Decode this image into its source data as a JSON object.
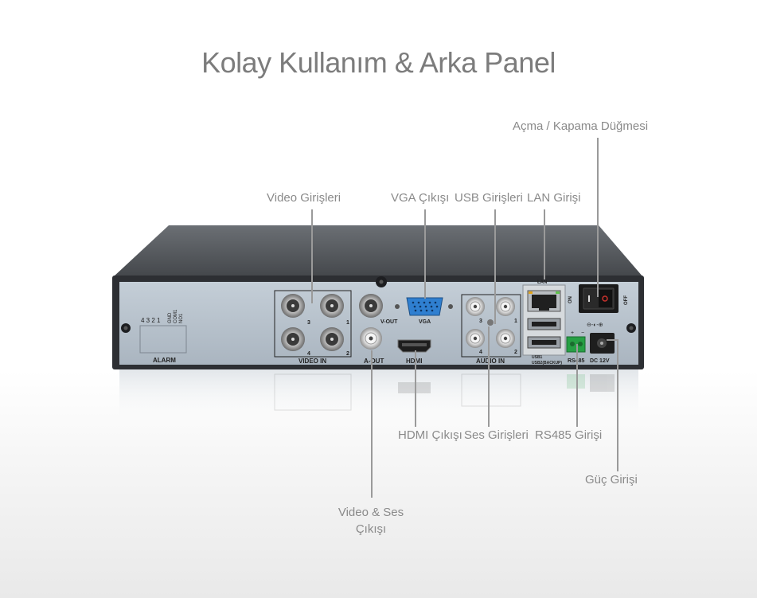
{
  "title": "Kolay Kullanım & Arka Panel",
  "callouts": {
    "power_switch": "Açma / Kapama Düğmesi",
    "video_in": "Video Girişleri",
    "vga_out": "VGA Çıkışı",
    "usb": "USB Girişleri",
    "lan": "LAN Girişi",
    "hdmi_out": "HDMI Çıkışı",
    "audio_in": "Ses Girişleri",
    "rs485": "RS485 Girişi",
    "power_in": "Güç Girişi",
    "av_out_line1": "Video & Ses",
    "av_out_line2": "Çıkışı"
  },
  "panel": {
    "alarm_pins": "4 3 2 1",
    "gnd": "GND",
    "com1": "COM1",
    "no1": "NO1",
    "alarm": "ALARM",
    "video_in": "VIDEO IN",
    "ch3": "3",
    "ch1": "1",
    "ch4": "4",
    "ch2": "2",
    "v_out": "V-OUT",
    "a_out": "A-OUT",
    "vga": "VGA",
    "hdmi": "HDMI",
    "audio_in": "AUDIO IN",
    "a3": "3",
    "a1": "1",
    "a4": "4",
    "a2": "2",
    "lan": "LAN",
    "usb1": "USB1",
    "usb2": "USB2(BACKUP)",
    "rs485": "RS485",
    "dc": "DC 12V",
    "on": "ON",
    "off": "OFF"
  },
  "colors": {
    "panel": "#b7c2cc",
    "chassis": "#2d2f33",
    "lid": "#55595e",
    "callout_text": "#8a8a8a",
    "vga_blue": "#2f7fd0",
    "rs485_green": "#27a045",
    "power_red": "#c8322d"
  }
}
